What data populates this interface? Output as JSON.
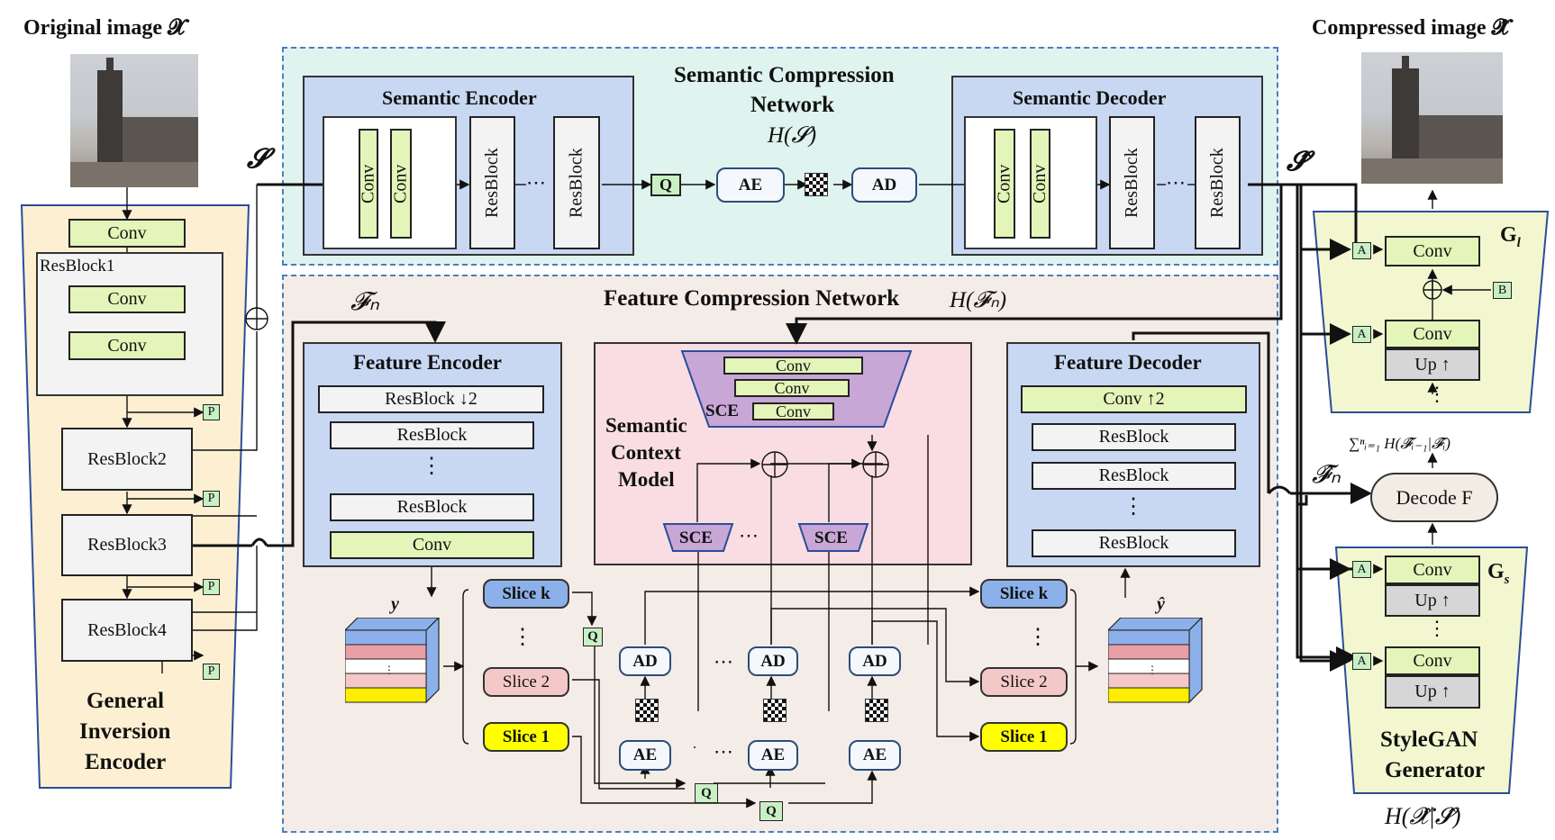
{
  "titles": {
    "original_image": "Original image 𝓧",
    "compressed_image": "Compressed image 𝓧̂",
    "semantic_compression_network": "Semantic Compression",
    "semantic_compression_network_2": "Network",
    "semantic_rate": "H(𝓢)",
    "feature_compression_network": "Feature Compression Network",
    "feature_rate": "H(𝓕ₙ)",
    "conditional_rate": "H(𝓧̂|𝓢̂)",
    "sum_rate": "∑ⁿᵢ₌₁ H(𝓕̂ᵢ₋₁|𝓕̂ᵢ)"
  },
  "symbols": {
    "S": "𝓢",
    "S_hat": "𝓢̂",
    "F_n": "𝓕ₙ",
    "F_n_hat": "𝓕̂ₙ",
    "y": "y",
    "y_hat": "ŷ"
  },
  "inversion_encoder": {
    "title_lines": [
      "General",
      "Inversion",
      "Encoder"
    ],
    "conv": "Conv",
    "resblock1": "ResBlock1",
    "res1_conv_a": "Conv",
    "res1_conv_b": "Conv",
    "resblock2": "ResBlock2",
    "resblock3": "ResBlock3",
    "resblock4": "ResBlock4",
    "p_label": "P"
  },
  "semantic_encoder": {
    "title": "Semantic Encoder",
    "conv_a": "Conv",
    "conv_b": "Conv",
    "resblock_a": "ResBlock",
    "resblock_b": "ResBlock",
    "dots": "⋯"
  },
  "semantic_pipeline": {
    "q": "Q",
    "ae": "AE",
    "ad": "AD"
  },
  "semantic_decoder": {
    "title": "Semantic Decoder",
    "conv_a": "Conv",
    "conv_b": "Conv",
    "resblock_a": "ResBlock",
    "resblock_b": "ResBlock",
    "dots": "⋯"
  },
  "feature_encoder": {
    "title": "Feature Encoder",
    "rows": [
      "ResBlock ↓2",
      "ResBlock",
      "⋮",
      "ResBlock",
      "Conv"
    ]
  },
  "context_model": {
    "title_lines": [
      "Semantic",
      "Context",
      "Model"
    ],
    "sce": "SCE",
    "convs": [
      "Conv",
      "Conv",
      "Conv"
    ],
    "sce_small_a": "SCE",
    "sce_small_b": "SCE",
    "dots": "⋯"
  },
  "feature_decoder": {
    "title": "Feature Decoder",
    "rows": [
      "Conv ↑2",
      "ResBlock",
      "ResBlock",
      "⋮",
      "ResBlock"
    ]
  },
  "slices_left": {
    "top": "Slice k",
    "mid": "Slice 2",
    "bottom": "Slice 1",
    "dots": "⋮"
  },
  "slices_right": {
    "top": "Slice k",
    "mid": "Slice 2",
    "bottom": "Slice 1",
    "dots": "⋮"
  },
  "entropy": {
    "ad": "AD",
    "ae": "AE",
    "q": "Q",
    "dots": "⋯"
  },
  "decode_f": "Decode F",
  "generator_l": {
    "label": "G",
    "sub": "l",
    "conv_top": "Conv",
    "conv_mid": "Conv",
    "up": "Up ↑",
    "a": "A",
    "b": "B",
    "dots": "⋮"
  },
  "generator_s": {
    "label": "G",
    "sub": "s",
    "conv_a": "Conv",
    "up_a": "Up ↑",
    "conv_b": "Conv",
    "up_b": "Up ↑",
    "a": "A",
    "dots": "⋮",
    "title_lines": [
      "StyleGAN",
      "Generator"
    ]
  },
  "cube_dots": "⋮",
  "colors": {
    "inversion_bg": "#fdf0d2",
    "semantic_network_bg": "#dff3ef",
    "feature_network_bg": "#f4ece6",
    "block_blue": "#c8d8f2",
    "context_pink": "#f9dde3",
    "sce_purple": "#c8a6d6",
    "generator_green": "#f2f7cf",
    "slice_k": "#8cb1ea",
    "slice_2": "#f5c8c8",
    "slice_1": "#ffff00"
  }
}
